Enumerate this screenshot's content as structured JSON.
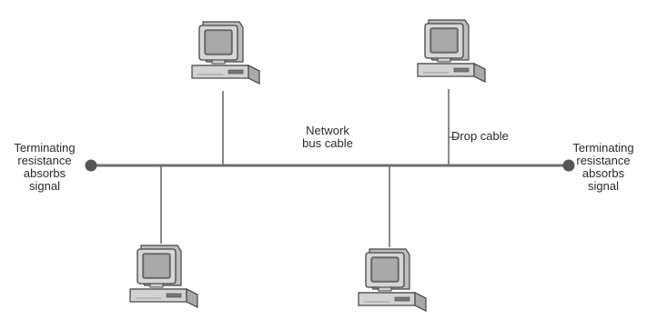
{
  "labels": {
    "terminator_left": [
      "Terminating",
      "resistance",
      "absorbs",
      "signal"
    ],
    "terminator_right": [
      "Terminating",
      "resistance",
      "absorbs",
      "signal"
    ],
    "bus_cable": [
      "Network",
      "bus cable"
    ],
    "drop_cable": "Drop cable"
  },
  "computers": [
    {
      "name": "computer-top-left",
      "position": "above bus"
    },
    {
      "name": "computer-top-right",
      "position": "above bus"
    },
    {
      "name": "computer-bottom-left",
      "position": "below bus"
    },
    {
      "name": "computer-bottom-right",
      "position": "below bus"
    }
  ],
  "colors": {
    "bus": "#6e6e6e",
    "terminator": "#555555",
    "computer_outline": "#444444",
    "computer_body": "#d6d6d6",
    "screen": "#9a9a9a"
  }
}
